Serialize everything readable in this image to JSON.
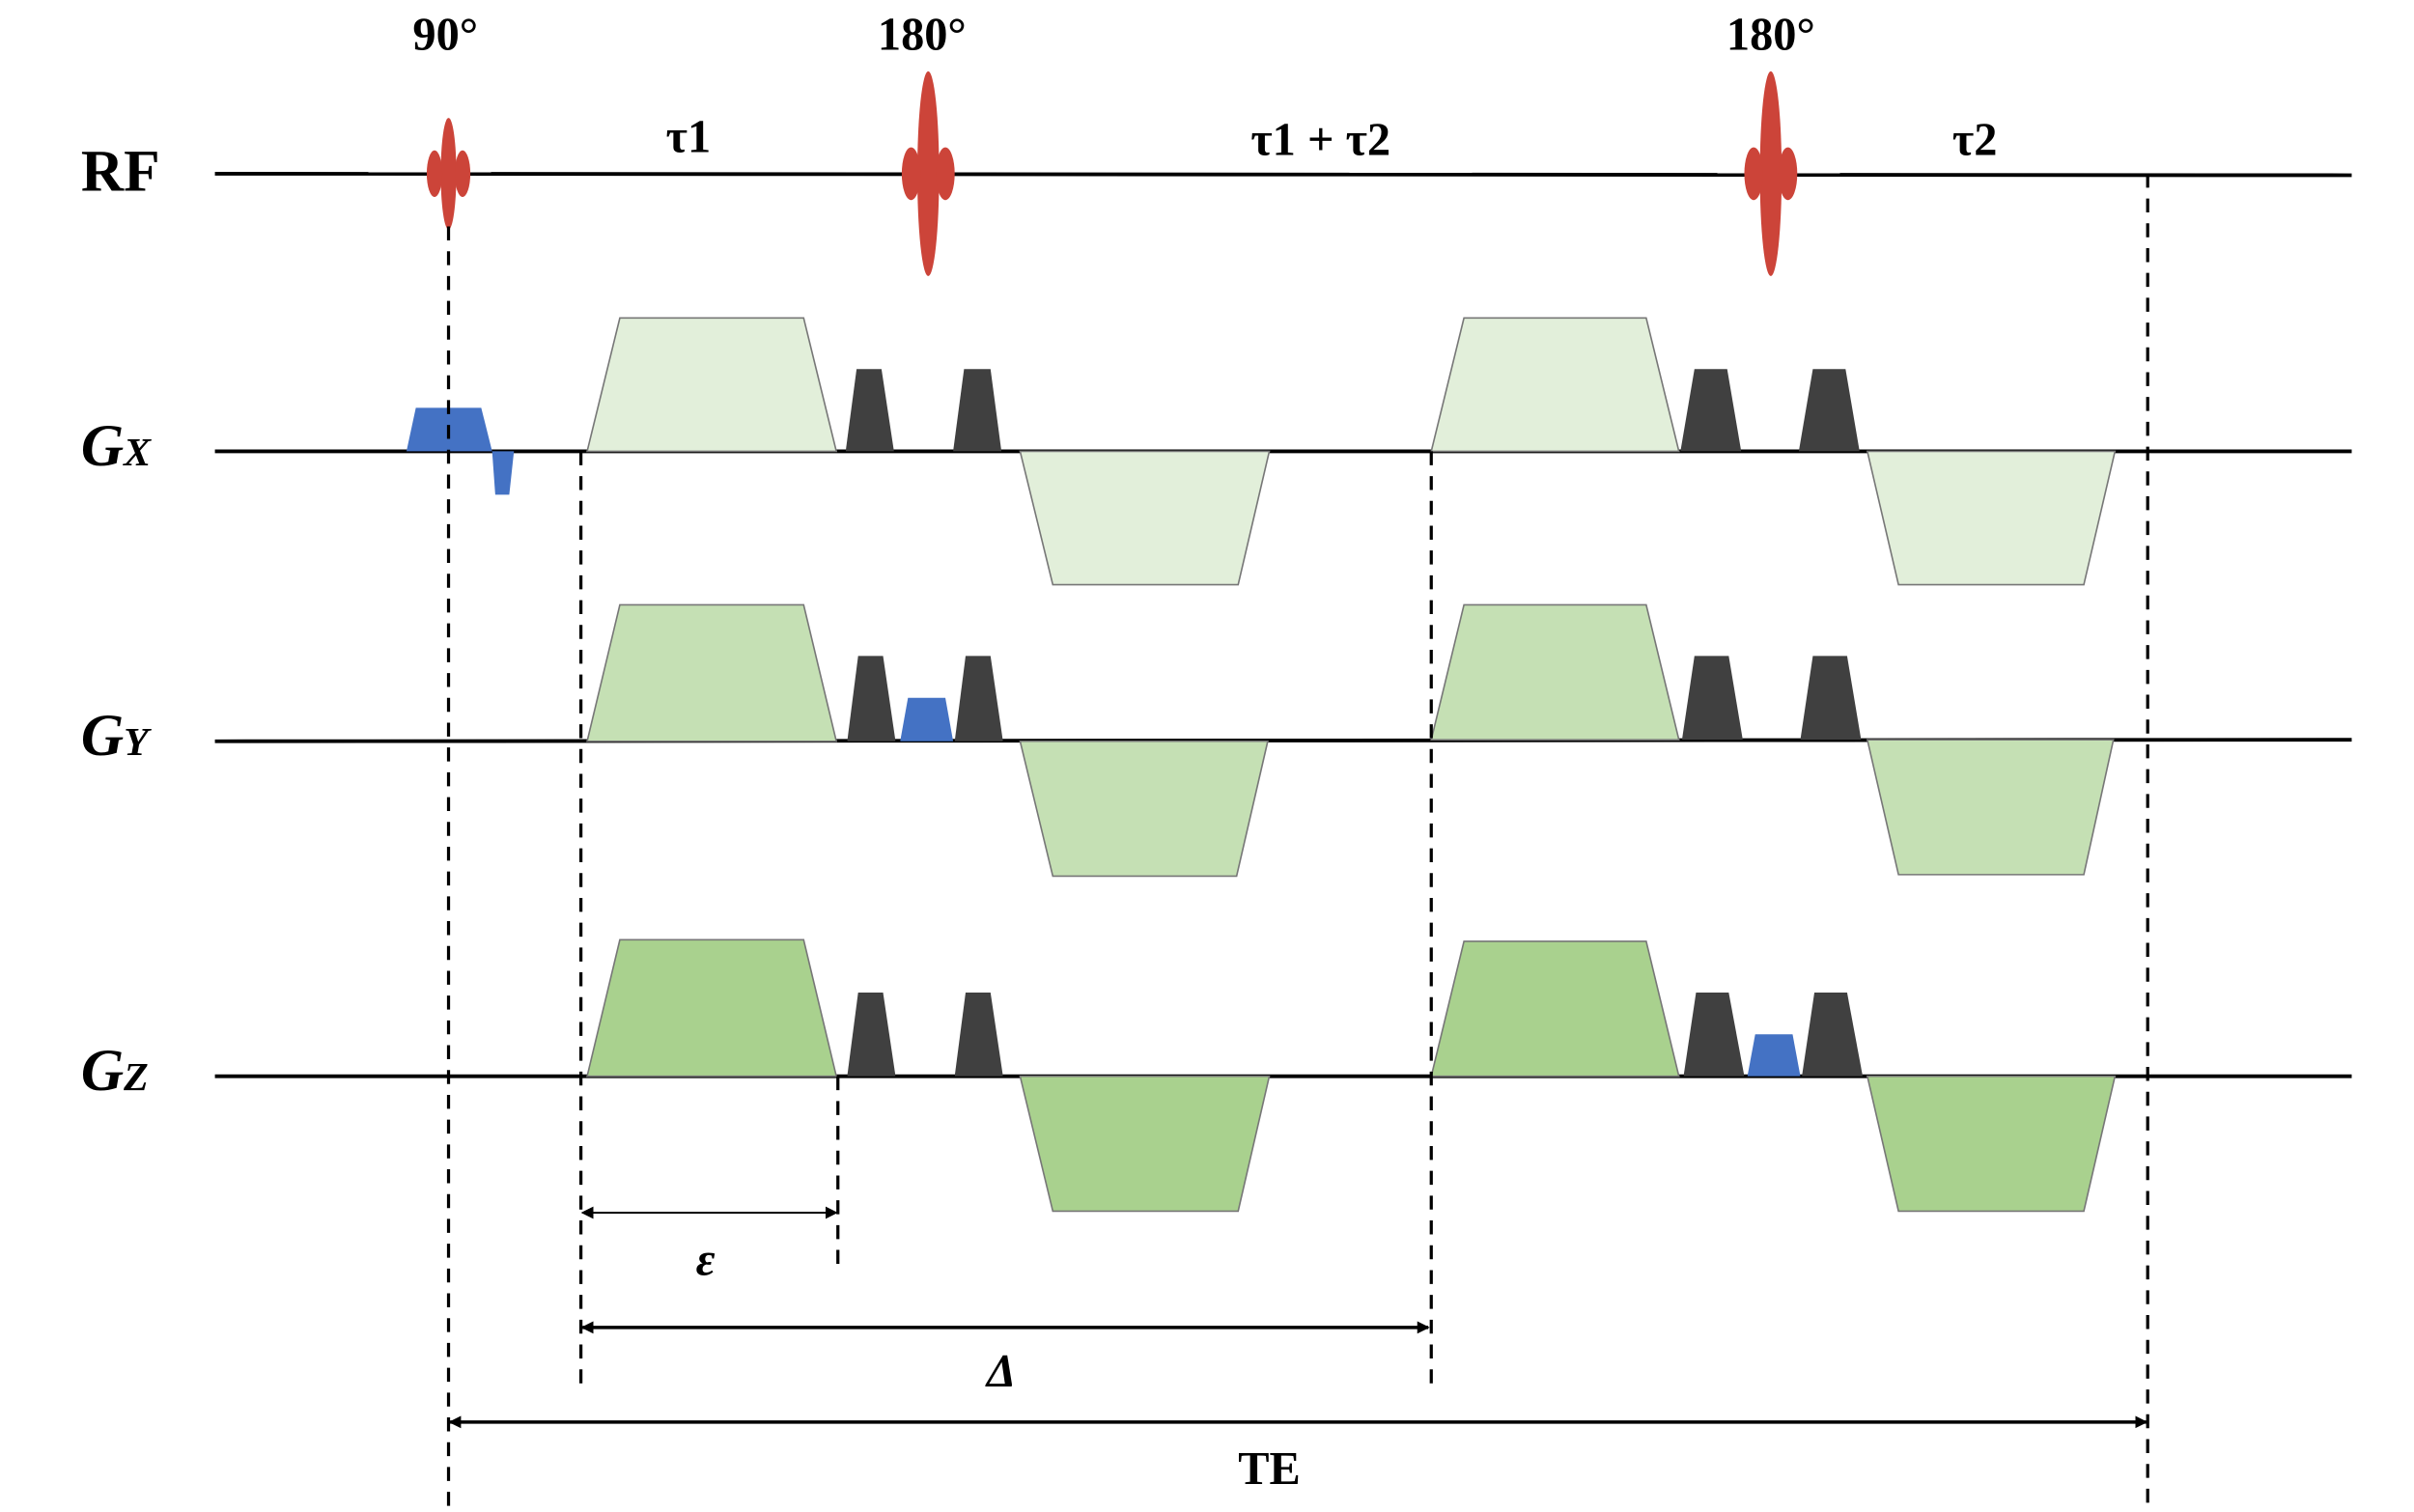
{
  "labels": {
    "rf": "RF",
    "gx": {
      "main": "G",
      "sub": "X"
    },
    "gy": {
      "main": "G",
      "sub": "Y"
    },
    "gz": {
      "main": "G",
      "sub": "Z"
    }
  },
  "pulses": [
    {
      "name": "90-degree-pulse",
      "label": "90°"
    },
    {
      "name": "180-degree-pulse-1",
      "label": "180°"
    },
    {
      "name": "180-degree-pulse-2",
      "label": "180°"
    }
  ],
  "intervals": {
    "tau1": "τ1",
    "tau1_tau2": "τ1 + τ2",
    "tau2": "τ2"
  },
  "spans": {
    "epsilon": "ε",
    "delta": "Δ",
    "te": "TE"
  },
  "colors": {
    "rf": "#cc4439",
    "gx": "#e2efda",
    "gy": "#c5e0b4",
    "gz": "#a9d18e",
    "crusher": "#404040",
    "blue": "#4472c4"
  }
}
